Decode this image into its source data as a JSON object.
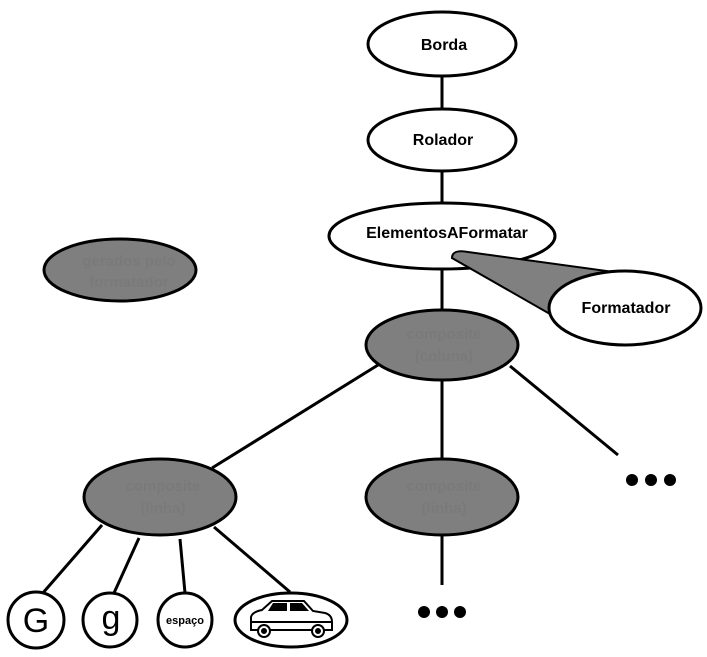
{
  "colors": {
    "background": "#ffffff",
    "line": "#000000",
    "generated_node_fill": "#7f7f7f",
    "generated_node_text": "#7a7a7a",
    "formatter_callout_fill": "#808080"
  },
  "nodes": {
    "borda": "Borda",
    "rolador": "Rolador",
    "elementos": "ElementosAFormatar",
    "formatador": "Formatador",
    "legend_line1": "gerados pelo",
    "legend_line2": "formatador",
    "coluna_line1": "composite",
    "coluna_line2": "(coluna)",
    "linha_left_line1": "composite",
    "linha_left_line2": "(linha)",
    "linha_mid_line1": "composite",
    "linha_mid_line2": "(linha)",
    "glyph_G": "G",
    "glyph_g": "g",
    "glyph_espaco": "espaço",
    "glyph_car_icon": "car-icon"
  }
}
